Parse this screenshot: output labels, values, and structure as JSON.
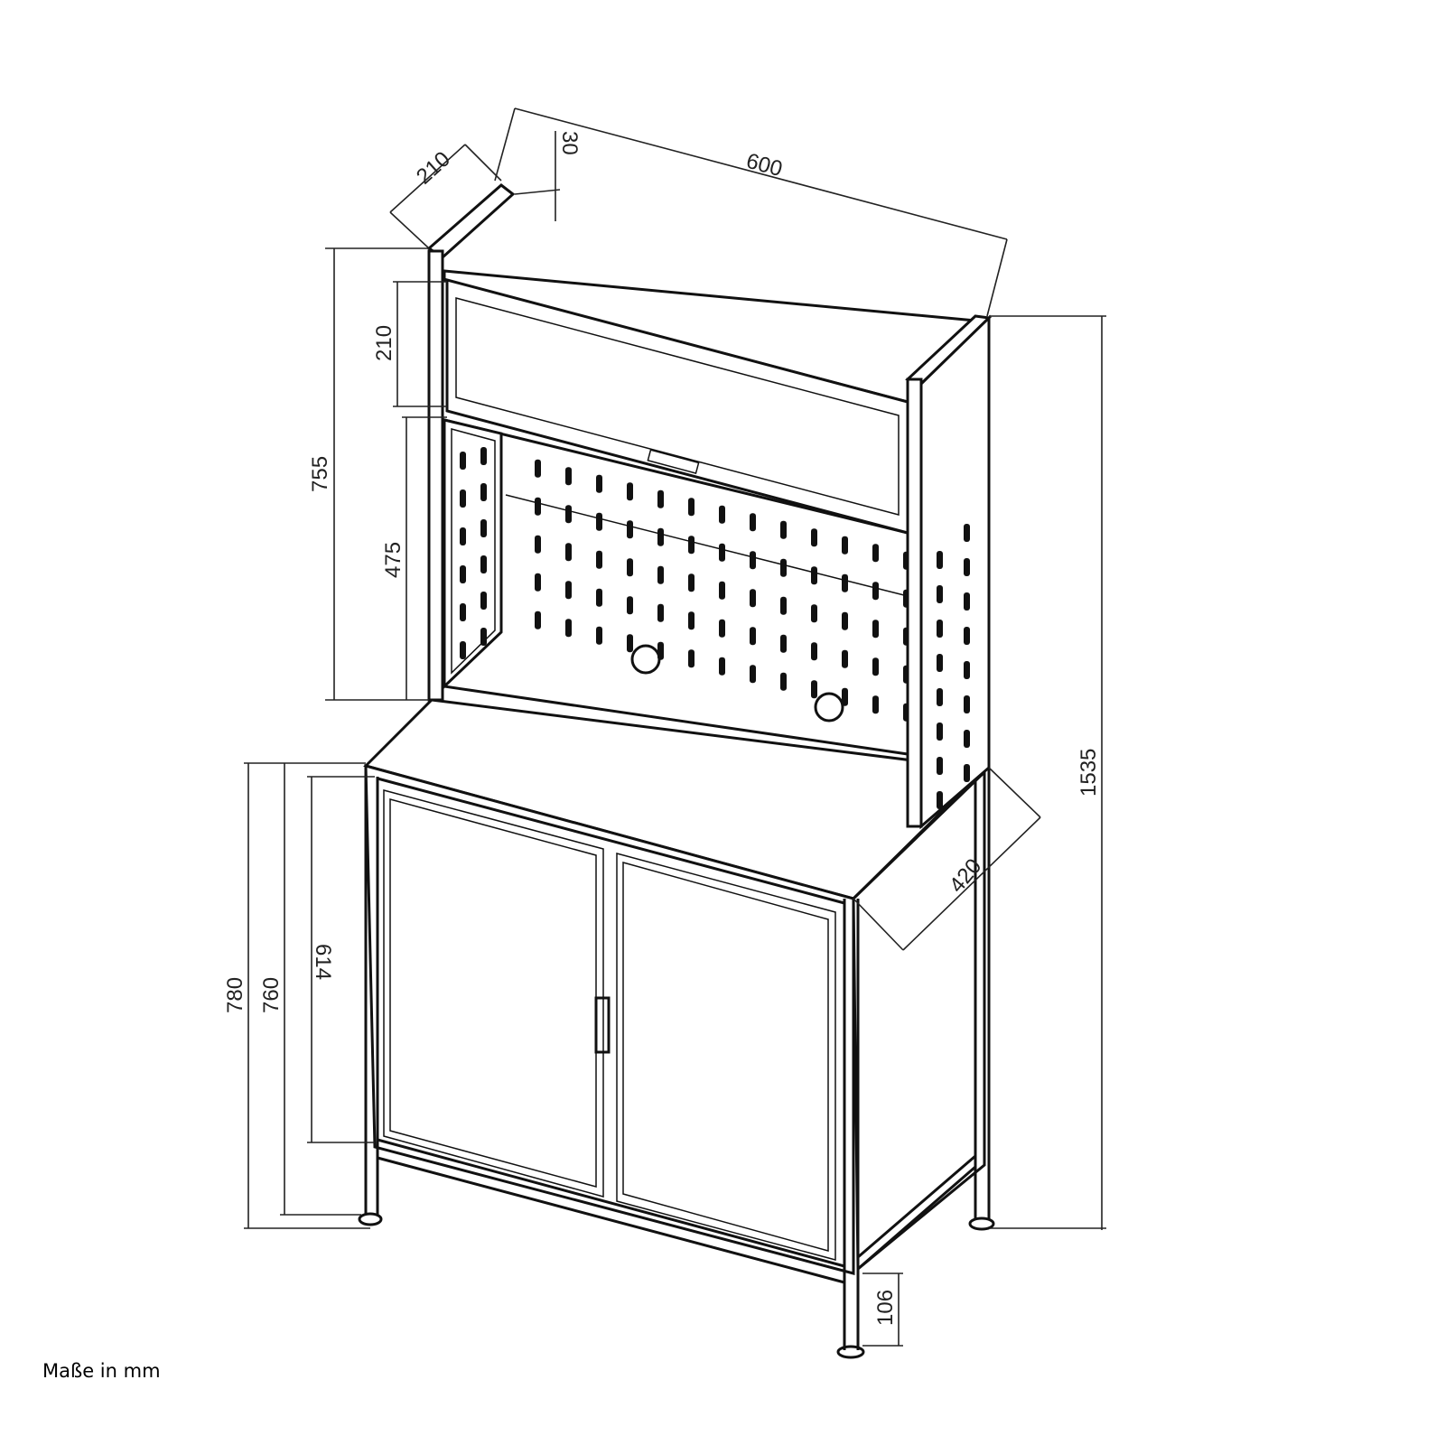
{
  "dimensions": {
    "depth_top": "210",
    "top_thickness": "30",
    "width": "600",
    "shelf_height": "210",
    "hutch_height": "755",
    "pegboard_height": "475",
    "total_height": "1535",
    "cabinet_depth": "420",
    "cabinet_height_total": "780",
    "cabinet_height": "760",
    "door_height": "614",
    "leg_height": "106"
  },
  "note": "Maße in mm"
}
